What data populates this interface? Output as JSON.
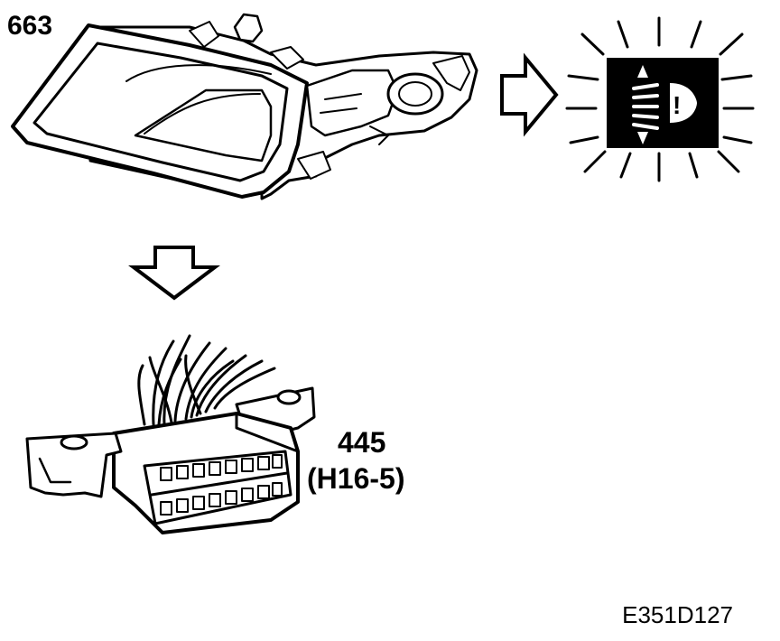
{
  "labels": {
    "headlamp_number": "663",
    "connector_number": "445",
    "connector_code": "(H16-5)",
    "figure_id": "E351D127"
  },
  "icons": {
    "headlamp": "headlamp-illustration",
    "warning_lamp": "headlamp-leveling-warning-icon",
    "arrow_right": "arrow-right-icon",
    "arrow_down": "arrow-down-icon",
    "connector": "diagnostic-connector-illustration"
  },
  "colors": {
    "ink": "#000000",
    "paper": "#ffffff"
  }
}
